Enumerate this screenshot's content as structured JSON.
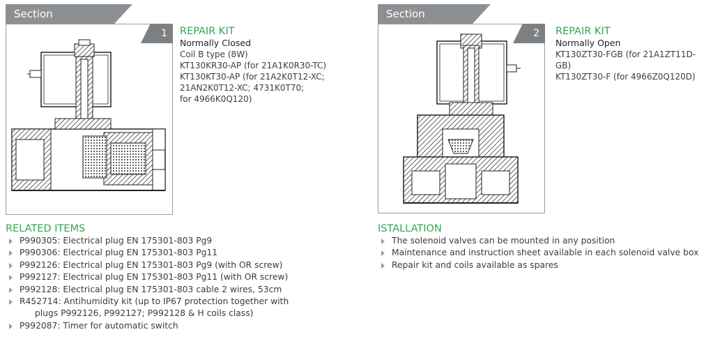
{
  "sections": [
    {
      "tab_label": "Section",
      "badge": "1",
      "kit_title": "REPAIR KIT",
      "kit_type": "Normally Closed",
      "kit_lines": [
        "Coil B type (8W)",
        "KT130KR30-AP (for 21A1K0R30-TC)",
        "KT130KT30-AP (for 21A2K0T12-XC;",
        "21AN2K0T12-XC; 4731K0T70;",
        "for 4966K0Q120)"
      ]
    },
    {
      "tab_label": "Section",
      "badge": "2",
      "kit_title": "REPAIR KIT",
      "kit_type": "Normally Open",
      "kit_lines": [
        "KT130ZT30-FGB (for 21A1ZT11D-GB)",
        "KT130ZT30-F (for 4966Z0Q120D)"
      ]
    }
  ],
  "related_items": {
    "heading": "RELATED ITEMS",
    "items": [
      "P990305: Electrical plug EN 175301-803 Pg9",
      "P990306: Electrical plug EN 175301-803 Pg11",
      "P992126: Electrical plug EN 175301-803 Pg9 (with OR screw)",
      "P992127: Electrical plug EN 175301-803 Pg11 (with OR screw)",
      "P992128: Electrical plug EN 175301-803 cable 2 wires, 53cm",
      "R452714: Antihumidity kit (up to IP67 protection together with",
      "P992087: Timer for automatic switch"
    ],
    "continuation": "plugs P992126, P992127; P992128 & H coils class)"
  },
  "installation": {
    "heading": "ISTALLATION",
    "items": [
      "The solenoid valves can be mounted in any position",
      "Maintenance and instruction sheet available in each solenoid valve box",
      "Repair kit and coils available as spares"
    ]
  },
  "colors": {
    "accent": "#2fa84f",
    "tab": "#8d9093",
    "border": "#9c9c9c"
  }
}
